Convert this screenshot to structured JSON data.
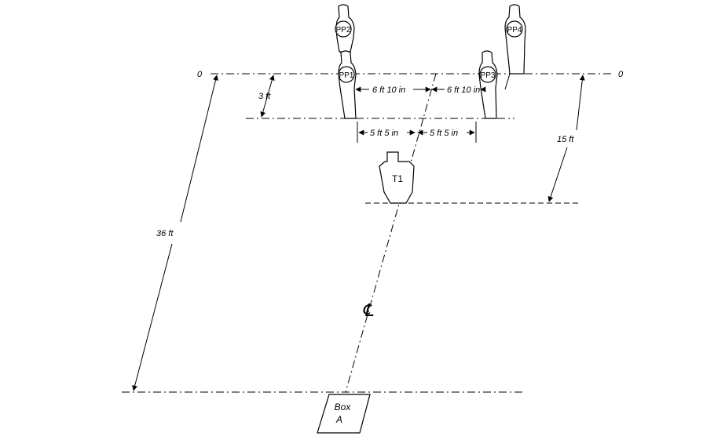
{
  "diagram": {
    "line_labels": {
      "left_zero": "0",
      "right_zero": "0"
    },
    "targets": {
      "pp1": "PP1",
      "pp2": "PP2",
      "pp3": "PP3",
      "pp4": "PP4",
      "t1": "T1"
    },
    "dimensions": {
      "three_ft": "3 ft",
      "six_ft_10_left": "6 ft 10 in",
      "six_ft_10_right": "6 ft 10 in",
      "five_ft_5_left": "5 ft 5 in",
      "five_ft_5_right": "5 ft 5 in",
      "fifteen_ft": "15 ft",
      "thirty_six_ft": "36 ft"
    },
    "centerline_symbol": "℄",
    "box": {
      "line1": "Box",
      "line2": "A"
    }
  }
}
